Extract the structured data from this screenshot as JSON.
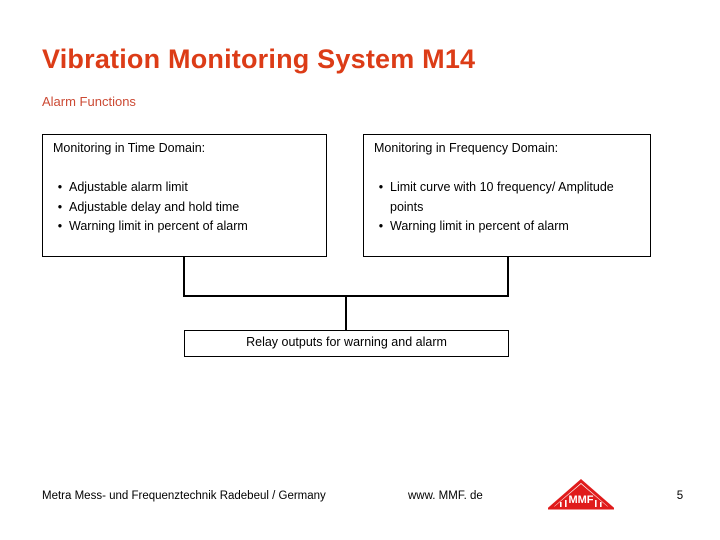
{
  "slide": {
    "title": "Vibration Monitoring System M14",
    "subtitle": "Alarm Functions",
    "title_color": "#dc3c17",
    "subtitle_color": "#cc4a34"
  },
  "diagram": {
    "left_box": {
      "heading": "Monitoring in Time Domain:",
      "bullet_mark": "•",
      "bullets": [
        "Adjustable alarm limit",
        "Adjustable delay and hold time",
        "Warning limit in percent of alarm"
      ]
    },
    "right_box": {
      "heading": "Monitoring in Frequency Domain:",
      "bullet_mark": "•",
      "bullets": [
        "Limit curve with 10 frequency/ Amplitude points",
        "Warning limit in percent of alarm"
      ]
    },
    "relay_box": {
      "label": "Relay outputs for warning and alarm"
    },
    "line_color": "#000000"
  },
  "footer": {
    "company": "Metra Mess- und Frequenztechnik Radebeul / Germany",
    "url": "www. MMF. de",
    "page_number": "5",
    "logo_text": "MMF",
    "logo_color": "#e01b1b"
  }
}
